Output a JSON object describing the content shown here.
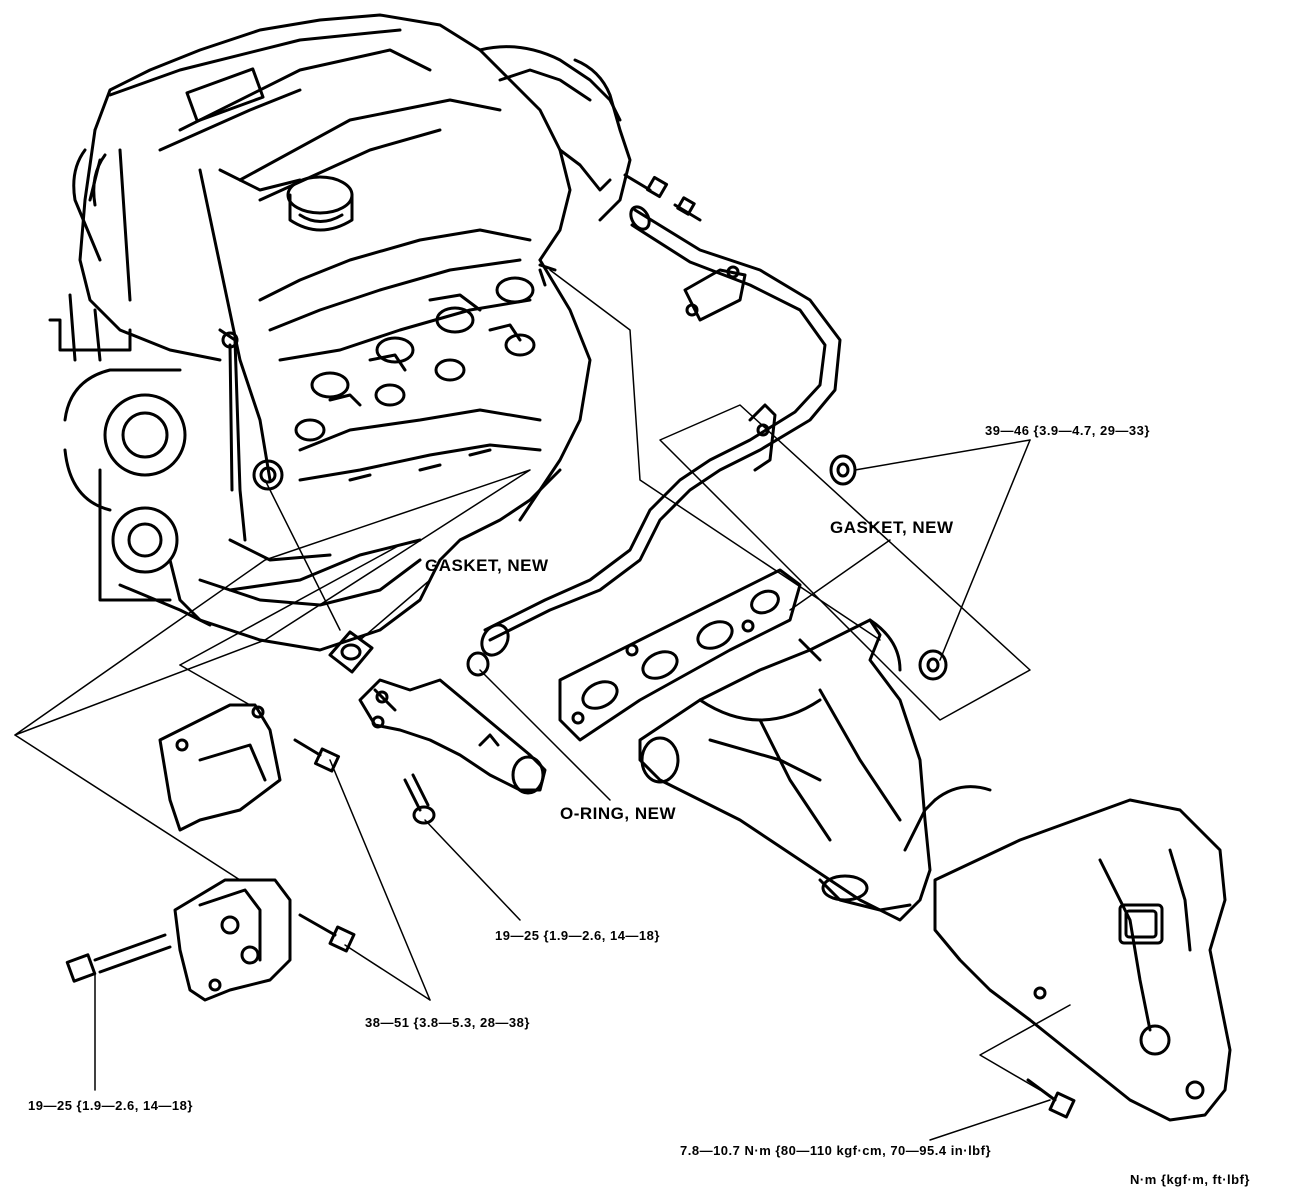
{
  "labels": {
    "torque_top_right": "39—46 {3.9—4.7, 29—33}",
    "gasket_right": "GASKET, NEW",
    "gasket_left": "GASKET, NEW",
    "oring": "O-RING, NEW",
    "torque_center": "19—25 {1.9—2.6, 14—18}",
    "torque_mount": "38—51 {3.8—5.3, 28—38}",
    "torque_bottom_left": "19—25 {1.9—2.6, 14—18}",
    "torque_heat_shield": "7.8—10.7 N·m {80—110 kgf·cm, 70—95.4 in·lbf}",
    "unit_legend": "N·m {kgf·m, ft·lbf}"
  },
  "colors": {
    "line": "#000000",
    "background": "#ffffff"
  }
}
